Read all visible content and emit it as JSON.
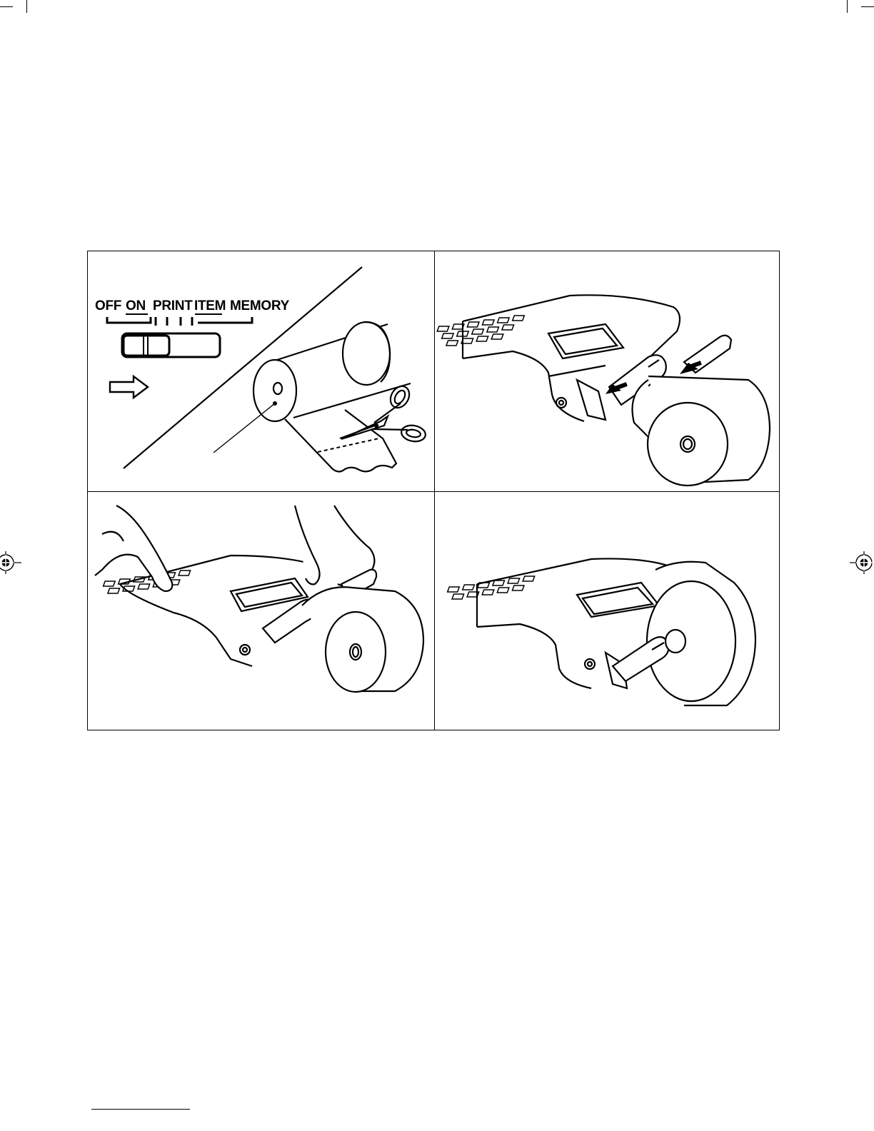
{
  "switch": {
    "positions": [
      "OFF",
      "ON",
      "PRINT",
      "ITEM",
      "MEMORY"
    ],
    "selected": "ON"
  },
  "icons": {
    "direction_arrow": "right-arrow-icon",
    "cut_tool": "scissors-icon",
    "registration": "registration-mark-icon"
  },
  "colors": {
    "ink": "#000000",
    "paper": "#ffffff"
  }
}
